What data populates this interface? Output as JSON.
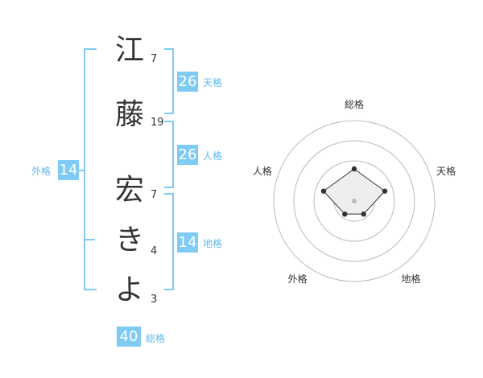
{
  "name_chars": [
    {
      "char": "江",
      "strokes": "7"
    },
    {
      "char": "藤",
      "strokes": "19"
    },
    {
      "char": "宏",
      "strokes": "7"
    },
    {
      "char": "き",
      "strokes": "4"
    },
    {
      "char": "よ",
      "strokes": "3"
    }
  ],
  "fortunes": {
    "tenkaku": {
      "value": "26",
      "label": "天格"
    },
    "jinkaku": {
      "value": "26",
      "label": "人格"
    },
    "chikaku": {
      "value": "14",
      "label": "地格"
    },
    "gaikaku": {
      "value": "14",
      "label": "外格"
    },
    "soukaku": {
      "value": "40",
      "label": "総格"
    }
  },
  "radar": {
    "axes": [
      "総格",
      "天格",
      "地格",
      "外格",
      "人格"
    ],
    "levels": 4,
    "scores": [
      2,
      2,
      1,
      1,
      2
    ],
    "max": 5,
    "line_color": "#333333",
    "fill_color": "#eeeeee"
  },
  "colors": {
    "badge": "#7fcbf4",
    "badge_label": "#5fb8ea",
    "text": "#333333"
  }
}
